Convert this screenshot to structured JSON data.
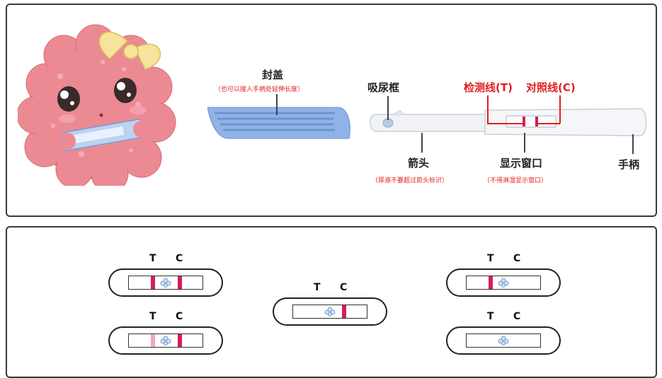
{
  "top_panel": {
    "cap": {
      "label": "封盖",
      "note": "（也可以接入手柄处延伸长度）"
    },
    "absorbent": {
      "label": "吸尿框"
    },
    "test_line": {
      "label": "检测线(T)"
    },
    "control_line": {
      "label": "对照线(C)"
    },
    "arrow": {
      "label": "箭头",
      "note": "（尿液不要超过箭头标识）"
    },
    "window": {
      "label": "显示窗口",
      "note": "（不得淋湿显示窗口）"
    },
    "handle": {
      "label": "手柄"
    }
  },
  "bottom_panel": {
    "strips": [
      {
        "t": "T",
        "c": "C",
        "t_line": "strong",
        "c_line": "strong"
      },
      {
        "t": "T",
        "c": "C",
        "t_line": "faint",
        "c_line": "strong"
      },
      {
        "t": "T",
        "c": "C",
        "t_line": "none",
        "c_line": "strong"
      },
      {
        "t": "T",
        "c": "C",
        "t_line": "strong",
        "c_line": "none"
      },
      {
        "t": "T",
        "c": "C",
        "t_line": "none",
        "c_line": "none"
      }
    ]
  },
  "colors": {
    "band_strong": "#d21f5a",
    "band_faint": "#f2a6c0",
    "label_red": "#e02020",
    "cap_blue": "#8fb3e6",
    "mascot_pink": "#ec8a93",
    "bow_yellow": "#f6e49a"
  }
}
